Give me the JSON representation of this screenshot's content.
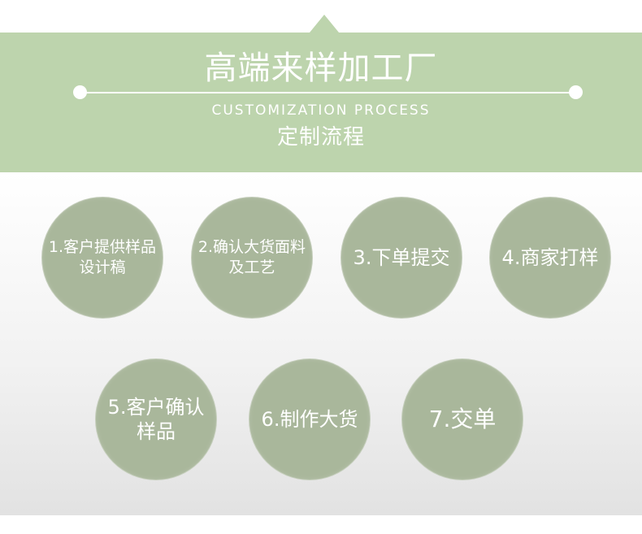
{
  "header": {
    "title": "高端来样加工厂",
    "subtitle_en": "CUSTOMIZATION PROCESS",
    "subtitle_cn": "定制流程"
  },
  "steps": [
    {
      "label": "1.客户提供样品设计稿"
    },
    {
      "label": "2.确认大货面料及工艺"
    },
    {
      "label": "3.下单提交"
    },
    {
      "label": "4.商家打样"
    },
    {
      "label": "5.客户确认样品"
    },
    {
      "label": "6.制作大货"
    },
    {
      "label": "7.交单"
    }
  ],
  "colors": {
    "header_band": "#bdd4ad",
    "step_circle": "#a9b79b",
    "text": "#ffffff"
  }
}
